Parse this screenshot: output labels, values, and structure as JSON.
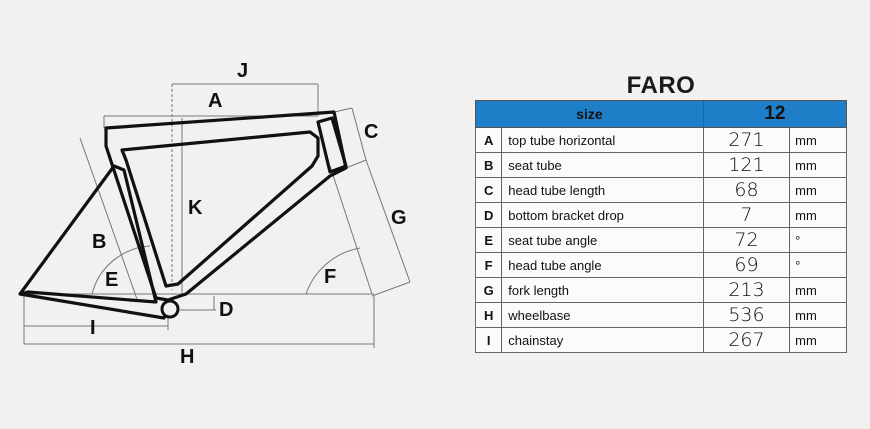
{
  "diagram": {
    "labels": {
      "j": "J",
      "a": "A",
      "c": "C",
      "k": "K",
      "g": "G",
      "b": "B",
      "e": "E",
      "f": "F",
      "d": "D",
      "i": "I",
      "h": "H"
    }
  },
  "spec": {
    "title": "FARO",
    "header": {
      "size_label": "size",
      "size_value": "12"
    },
    "rows": [
      {
        "key": "A",
        "name": "top tube horizontal",
        "value": "271",
        "unit": "mm"
      },
      {
        "key": "B",
        "name": "seat tube",
        "value": "121",
        "unit": "mm"
      },
      {
        "key": "C",
        "name": "head tube length",
        "value": "68",
        "unit": "mm"
      },
      {
        "key": "D",
        "name": "bottom bracket drop",
        "value": "7",
        "unit": "mm"
      },
      {
        "key": "E",
        "name": "seat tube angle",
        "value": "72",
        "unit": "°"
      },
      {
        "key": "F",
        "name": "head tube angle",
        "value": "69",
        "unit": "°"
      },
      {
        "key": "G",
        "name": "fork length",
        "value": "213",
        "unit": "mm"
      },
      {
        "key": "H",
        "name": "wheelbase",
        "value": "536",
        "unit": "mm"
      },
      {
        "key": "I",
        "name": "chainstay",
        "value": "267",
        "unit": "mm"
      }
    ]
  }
}
